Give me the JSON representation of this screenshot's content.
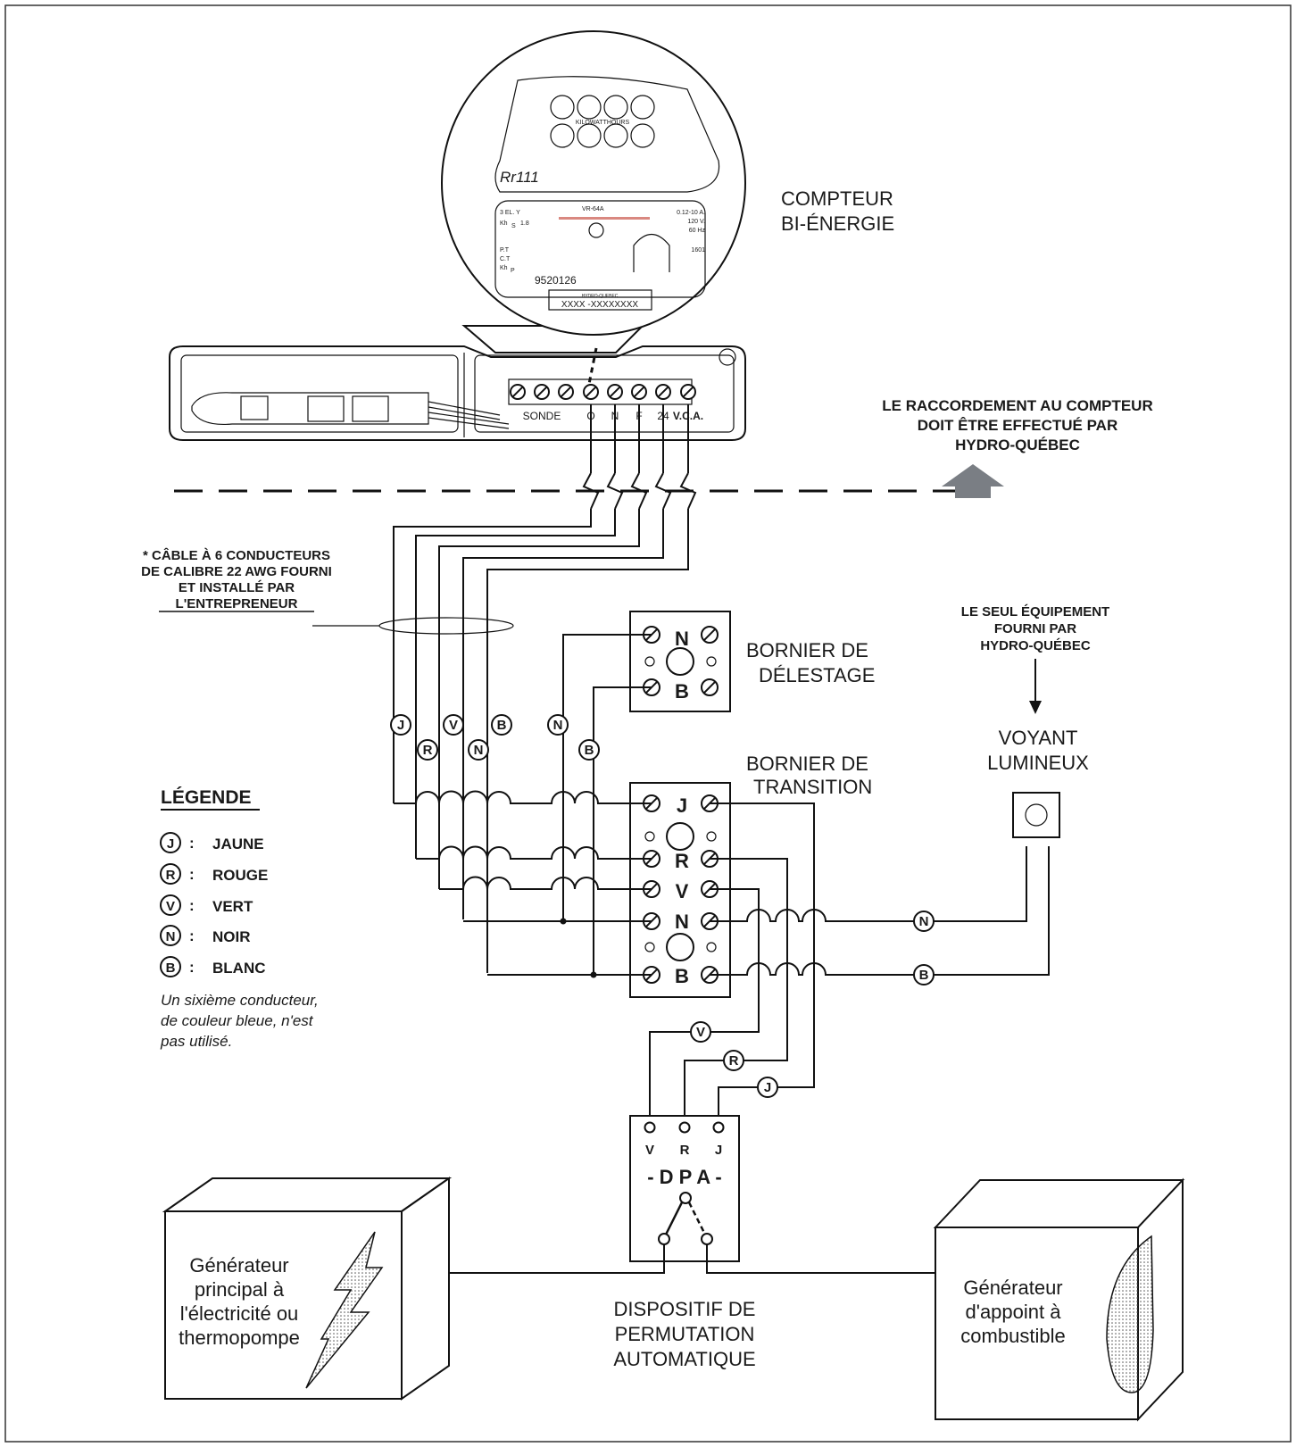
{
  "meter": {
    "label_line1": "COMPTEUR",
    "label_line2": "BI-ÉNERGIE",
    "face": {
      "kilowatthours": "KILOWATTHOURS",
      "model_script": "Rr111",
      "type": "VR-64A",
      "left_info": [
        "3 EL. Y",
        "Kh",
        "S",
        "1.8",
        "P.T",
        "C.T",
        "Kh",
        "P"
      ],
      "right_info": [
        "0.12-10 A.",
        "120 V.",
        "60 Hz",
        "1601"
      ],
      "serial": "9520126",
      "owner": "HYDRO-QUEBEC",
      "number": "XXXX -XXXXXXXX"
    },
    "terminals": [
      "SONDE",
      "O",
      "N",
      "F",
      "24",
      "V.C.A."
    ]
  },
  "notice": [
    "LE RACCORDEMENT AU COMPTEUR",
    "DOIT ÊTRE EFFECTUÉ PAR",
    "HYDRO-QUÉBEC"
  ],
  "cable_note": [
    "* CÂBLE À 6 CONDUCTEURS",
    "DE CALIBRE 22 AWG FOURNI",
    "ET INSTALLÉ PAR",
    "L'ENTREPRENEUR"
  ],
  "only_equipment": [
    "LE SEUL ÉQUIPEMENT",
    "FOURNI PAR",
    "HYDRO-QUÉBEC"
  ],
  "delestage": {
    "label": [
      "BORNIER DE",
      "DÉLESTAGE"
    ],
    "letters": [
      "N",
      "B"
    ]
  },
  "transition": {
    "label": [
      "BORNIER DE",
      "TRANSITION"
    ],
    "letters": [
      "J",
      "R",
      "V",
      "N",
      "B"
    ]
  },
  "voyant": {
    "label": [
      "VOYANT",
      "LUMINEUX"
    ]
  },
  "wire_tags": [
    "J",
    "R",
    "V",
    "N",
    "B",
    "N",
    "B",
    "N",
    "B",
    "V",
    "R",
    "J"
  ],
  "legend": {
    "title": "LÉGENDE",
    "items": [
      {
        "letter": "J",
        "name": "JAUNE"
      },
      {
        "letter": "R",
        "name": "ROUGE"
      },
      {
        "letter": "V",
        "name": "VERT"
      },
      {
        "letter": "N",
        "name": "NOIR"
      },
      {
        "letter": "B",
        "name": "BLANC"
      }
    ],
    "note": [
      "Un sixième conducteur,",
      "de couleur bleue, n'est",
      "pas utilisé."
    ]
  },
  "dpa": {
    "inputs": [
      "V",
      "R",
      "J"
    ],
    "title": "- D P A -",
    "label": [
      "DISPOSITIF DE",
      "PERMUTATION",
      "AUTOMATIQUE"
    ]
  },
  "gen_main": {
    "label": [
      "Générateur",
      "principal à",
      "l'électricité ou",
      "thermopompe"
    ]
  },
  "gen_aux": {
    "label": [
      "Générateur",
      "d'appoint à",
      "combustible"
    ]
  },
  "colors": {
    "ink": "#111111",
    "arrow": "#7a7e84",
    "meter_stripe": "#c0392b",
    "flame_fill": "#d8d8d8"
  }
}
